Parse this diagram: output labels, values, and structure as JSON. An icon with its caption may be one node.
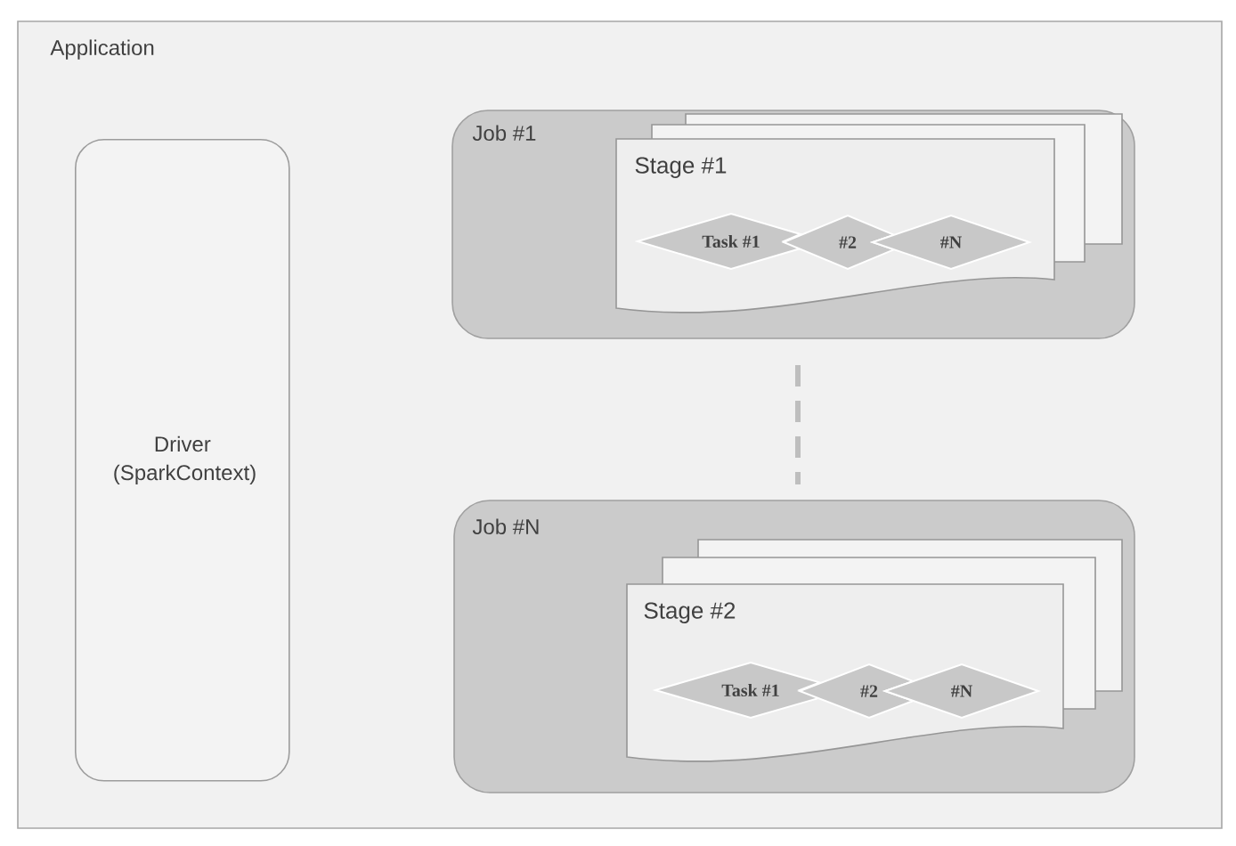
{
  "diagram": {
    "nodes": [
      {
        "text": [
          "Application"
        ]
      },
      {
        "text": [
          "Driver (SparkContext)"
        ],
        "in": 0
      },
      {
        "text": [
          "Job #1"
        ],
        "in": 0
      },
      {
        "text": [
          "Stage #1"
        ],
        "in": 2
      },
      {
        "text": [
          "Task #1"
        ],
        "in": 3
      },
      {
        "text": [
          "#2"
        ],
        "in": 3
      },
      {
        "text": [
          "#N"
        ],
        "in": 3
      },
      {
        "text": [
          "Job #N"
        ],
        "in": 0
      },
      {
        "text": [
          "Stage #2"
        ],
        "in": 7
      },
      {
        "text": [
          "Task #1"
        ],
        "in": 8
      },
      {
        "text": [
          "#2"
        ],
        "in": 8
      },
      {
        "text": [
          "#N"
        ],
        "in": 8
      }
    ]
  }
}
